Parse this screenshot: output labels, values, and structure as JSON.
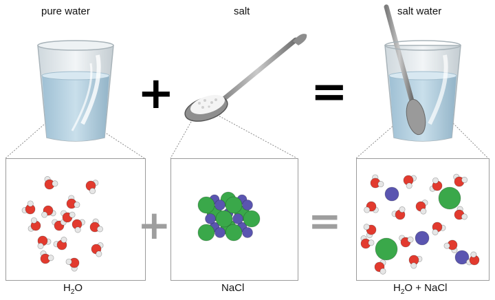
{
  "top_labels": {
    "pure_water": "pure water",
    "salt": "salt",
    "salt_water": "salt water"
  },
  "operators": {
    "plus": "+",
    "equals": "="
  },
  "bottom_labels": {
    "water_formula": {
      "main": "H",
      "sub": "2",
      "tail": "O"
    },
    "salt_formula": "NaCl",
    "mixture_formula": {
      "main": "H",
      "sub": "2",
      "tail": "O + NaCl"
    }
  },
  "colors": {
    "water": "#b8d3e3",
    "glass": "#dfe7ec",
    "oxygen": "#e23a2e",
    "hydrogen": "#e6e6e6",
    "sodium": "#5a55b0",
    "chloride": "#3aa84a",
    "operator_top": "#000000",
    "operator_bottom": "#9e9e9e"
  },
  "icons": [
    "water-glass-icon",
    "salt-spoon-icon",
    "salt-water-glass-icon",
    "water-molecule-icon",
    "sodium-ion-icon",
    "chloride-ion-icon"
  ]
}
